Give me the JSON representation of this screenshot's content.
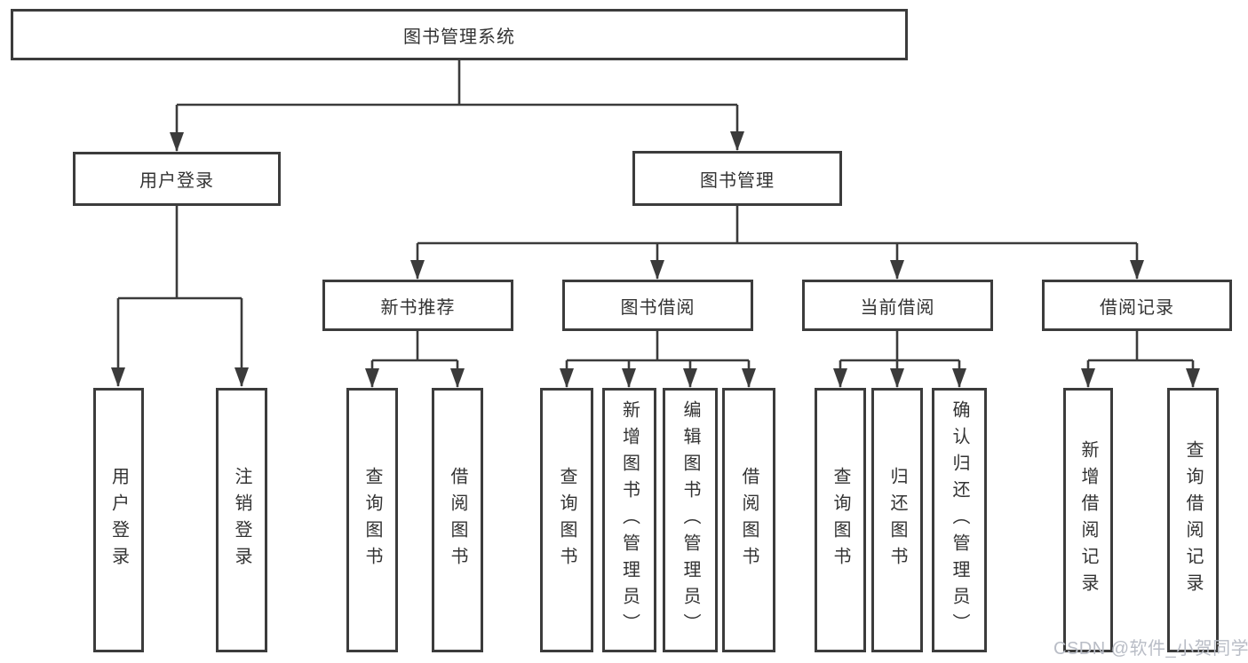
{
  "colors": {
    "line": "#3b3b3b",
    "box_border": "#3c3c3c",
    "text": "#333333",
    "watermark": "#b9bdc6",
    "background": "#ffffff"
  },
  "watermark": "CSDN @软件_小贺同学",
  "tree": {
    "root": {
      "label": "图书管理系统"
    },
    "branches": [
      {
        "label": "用户登录",
        "children": [
          {
            "label": "用户登录"
          },
          {
            "label": "注销登录"
          }
        ]
      },
      {
        "label": "图书管理",
        "children": [
          {
            "label": "新书推荐",
            "children": [
              {
                "label": "查询图书"
              },
              {
                "label": "借阅图书"
              }
            ]
          },
          {
            "label": "图书借阅",
            "children": [
              {
                "label": "查询图书"
              },
              {
                "label": "新增图书（管理员）"
              },
              {
                "label": "编辑图书（管理员）"
              },
              {
                "label": "借阅图书"
              }
            ]
          },
          {
            "label": "当前借阅",
            "children": [
              {
                "label": "查询图书"
              },
              {
                "label": "归还图书"
              },
              {
                "label": "确认归还（管理员）"
              }
            ]
          },
          {
            "label": "借阅记录",
            "children": [
              {
                "label": "新增借阅记录"
              },
              {
                "label": "查询借阅记录"
              }
            ]
          }
        ]
      }
    ]
  }
}
